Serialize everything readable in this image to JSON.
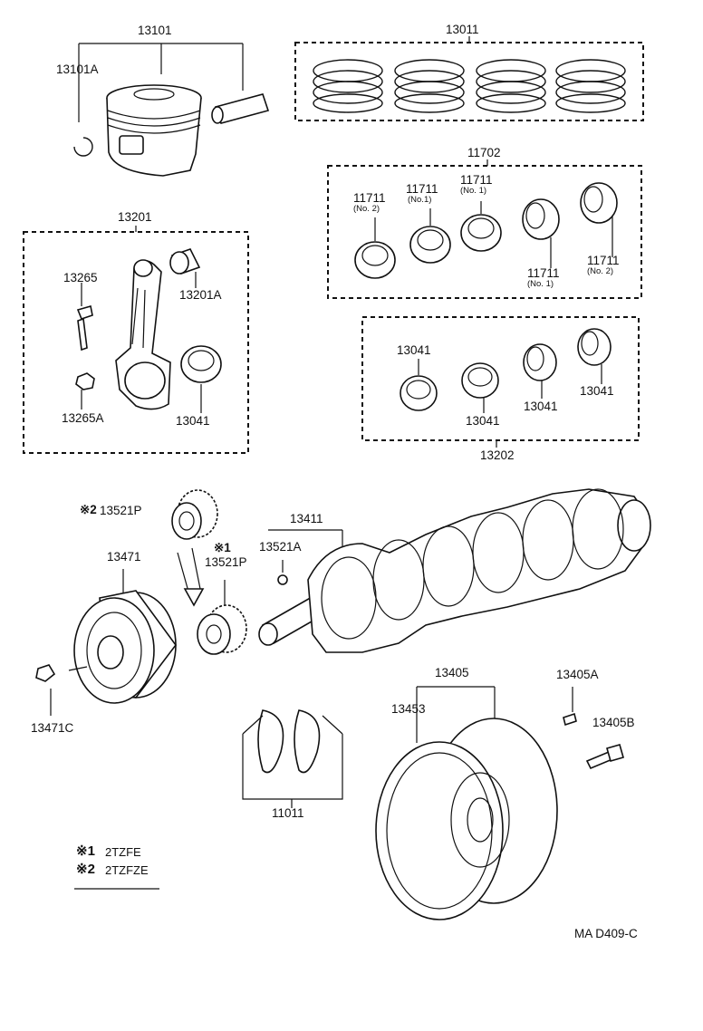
{
  "labels": {
    "piston_set": "13101",
    "piston_snap_ring": "13101A",
    "piston_ring_set": "13011",
    "crank_bearing_set": "11702",
    "bearing_11711": "11711",
    "no2": "(No. 2)",
    "no1": "(No.1)",
    "no1b": "(No. 1)",
    "conrod_assy": "13201",
    "conrod_bolt": "13265",
    "conrod_bushing": "13201A",
    "conrod_nut": "13265A",
    "conrod_bearing": "13041",
    "conrod_bearing_set": "13202",
    "crank_sprocket": "13521P",
    "crankshaft": "13411",
    "key": "13521A",
    "pulley": "13471",
    "pulley_bolt": "13471C",
    "flywheel": "13405",
    "ring_gear": "13453",
    "pin": "13405A",
    "flywheel_bolt": "13405B",
    "thrust_washer": "11011",
    "mark1": "※1",
    "mark2": "※2"
  },
  "legend": {
    "row1_mark": "※1",
    "row1_text": "2TZFE",
    "row2_mark": "※2",
    "row2_text": "2TZFZE"
  },
  "footer": {
    "code": "MA D409-C"
  }
}
